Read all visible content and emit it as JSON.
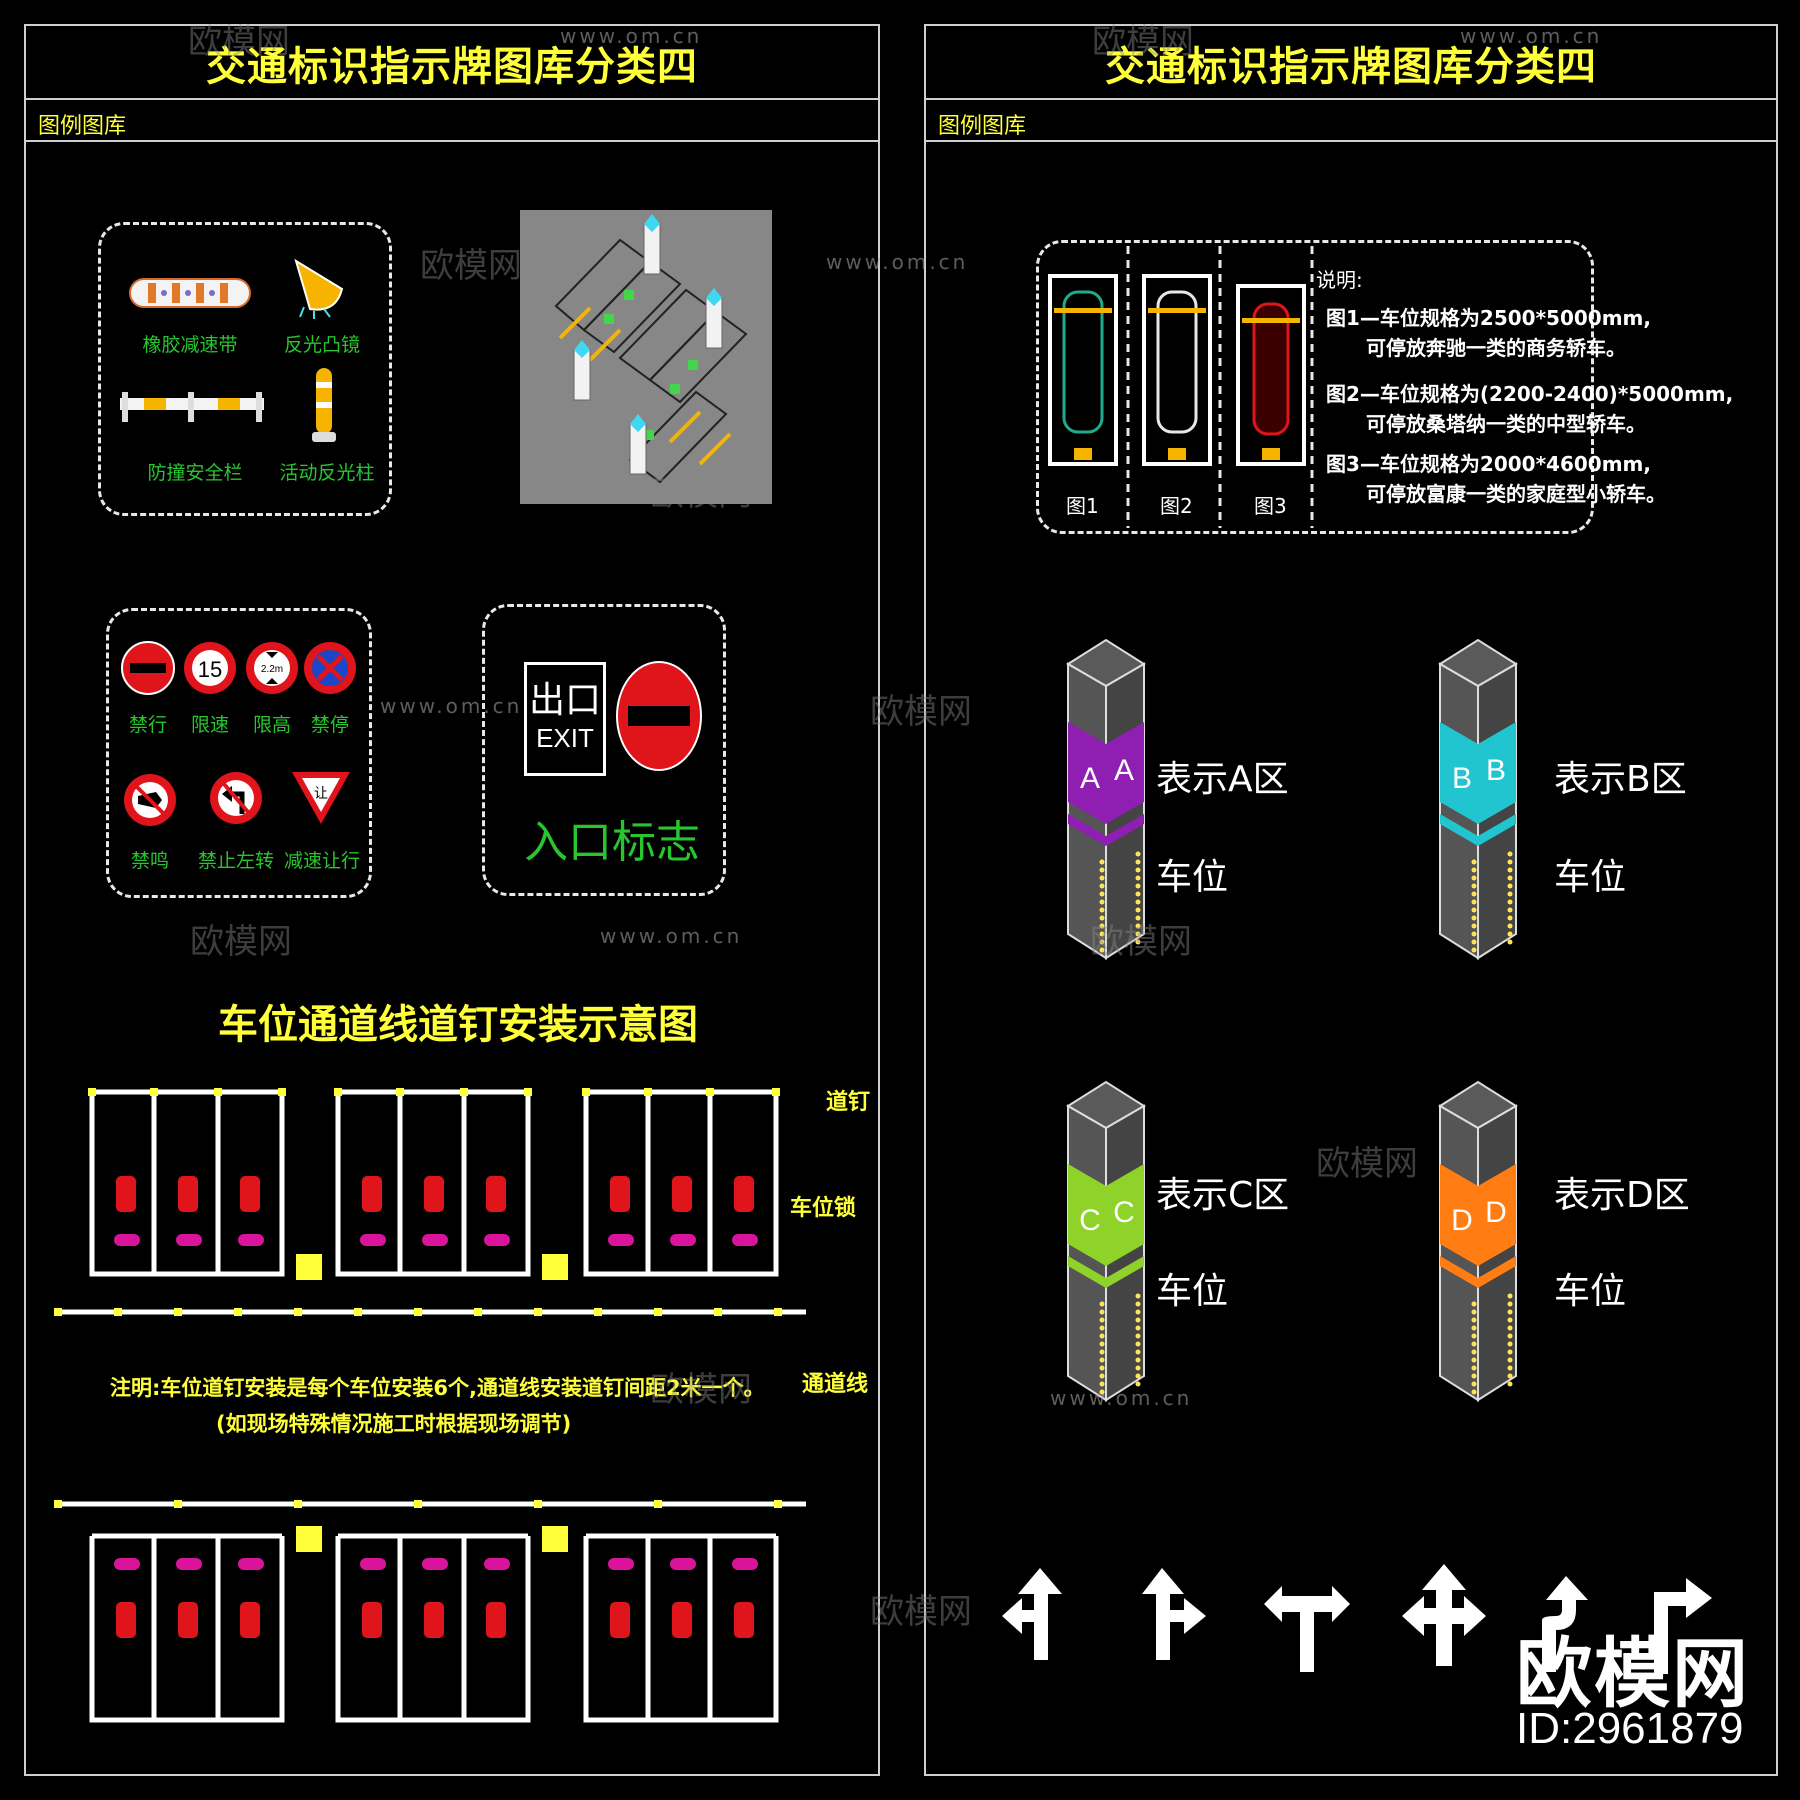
{
  "left_panel": {
    "title": "交通标识指示牌图库分类四",
    "subtitle": "图例图库",
    "safety_items": [
      "橡胶减速带",
      "反光凸镜",
      "防撞安全栏",
      "活动反光柱"
    ],
    "signs": [
      {
        "id": "no-entry",
        "label": "禁行",
        "text": ""
      },
      {
        "id": "speed",
        "label": "限速",
        "text": "15"
      },
      {
        "id": "height",
        "label": "限高",
        "text": "2.2m"
      },
      {
        "id": "no-parking",
        "label": "禁停",
        "text": ""
      },
      {
        "id": "no-horn",
        "label": "禁鸣",
        "text": ""
      },
      {
        "id": "no-left",
        "label": "禁止左转",
        "text": ""
      },
      {
        "id": "yield",
        "label": "减速让行",
        "text": "让"
      }
    ],
    "exit_sign": {
      "cn": "出口",
      "en": "EXIT",
      "caption": "入口标志"
    },
    "stud_diagram": {
      "title": "车位通道线道钉安装示意图",
      "label_stud": "道钉",
      "label_lock": "车位锁",
      "label_lane": "通道线",
      "note_line1": "注明:车位道钉安装是每个车位安装6个,通道线安装道钉间距2米一个。",
      "note_line2": "(如现场特殊情况施工时根据现场调节)"
    }
  },
  "right_panel": {
    "title": "交通标识指示牌图库分类四",
    "subtitle": "图例图库",
    "car_figures": [
      "图1",
      "图2",
      "图3"
    ],
    "desc_title": "说明:",
    "desc": [
      "图1—车位规格为2500*5000mm,",
      "可停放奔驰一类的商务轿车。",
      "图2—车位规格为(2200-2400)*5000mm,",
      "可停放桑塔纳一类的中型轿车。",
      "图3—车位规格为2000*4600mm,",
      "可停放富康一类的家庭型小轿车。"
    ],
    "pillars": [
      {
        "letter": "A",
        "zone": "表示A区",
        "spot": "车位",
        "color": "#8e1fb2"
      },
      {
        "letter": "B",
        "zone": "表示B区",
        "spot": "车位",
        "color": "#21c5cf"
      },
      {
        "letter": "C",
        "zone": "表示C区",
        "spot": "车位",
        "color": "#8fd22a"
      },
      {
        "letter": "D",
        "zone": "表示D区",
        "spot": "车位",
        "color": "#ff7d12"
      }
    ]
  },
  "watermark": {
    "brand": "欧模网",
    "site": "www.om.cn",
    "id": "ID:2961879"
  },
  "colors": {
    "accent": "#ffff3a",
    "green": "#27c62f",
    "red": "#e0141b",
    "lock": "#d9139b"
  }
}
